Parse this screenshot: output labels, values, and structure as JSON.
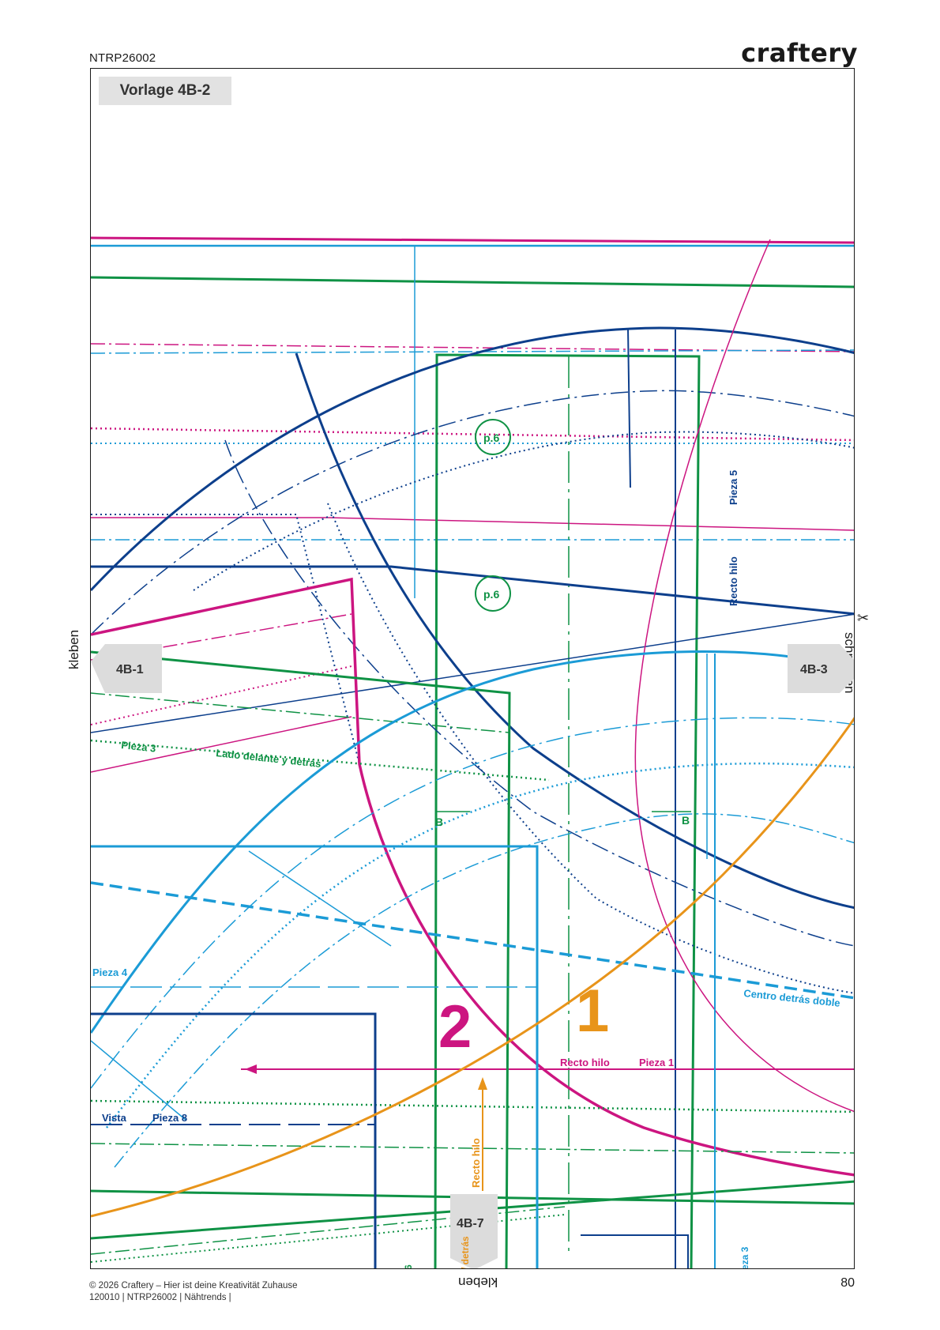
{
  "header": {
    "doc_id": "NTRP26002",
    "brand": "craftery"
  },
  "sheet": {
    "title": "Vorlage 4B-2",
    "side_left": "kleben",
    "side_right": "schneiden",
    "side_bottom": "kleben",
    "connectors": {
      "left": "4B-1",
      "right": "4B-3",
      "bottom": "4B-7"
    },
    "labels": {
      "p6_top": "p.6",
      "p6_mid": "p.6",
      "pieza5": "Pieza 5",
      "recto_hilo_v": "Recto hilo",
      "pieza3": "Pieza 3",
      "lado": "Lado delante y detrás",
      "b_left": "B",
      "b_right": "B",
      "pieza4": "Pieza 4",
      "centro": "Centro detrás  doble",
      "num2": "2",
      "num1": "1",
      "recto_hilo_h": "Recto hilo",
      "pieza1": "Pieza 1",
      "vista": "Vista",
      "pieza8": "Pieza 8",
      "recto_hilo_orange": "Recto hilo",
      "bottom_6": "6",
      "bottom_detras": "/ detrás",
      "pieza3_bottom": "eza 3"
    },
    "colors": {
      "magenta": "#cc1580",
      "cyan": "#1b9bd6",
      "green": "#0f9245",
      "navy": "#0d3f8c",
      "orange": "#e8941a",
      "connector_gray": "#dcdcdc"
    }
  },
  "footer": {
    "copyright_line1": "© 2026 Craftery – Hier ist deine Kreativität Zuhause",
    "copyright_line2": "120010 | NTRP26002 | Nähtrends |",
    "page_number": "80"
  }
}
